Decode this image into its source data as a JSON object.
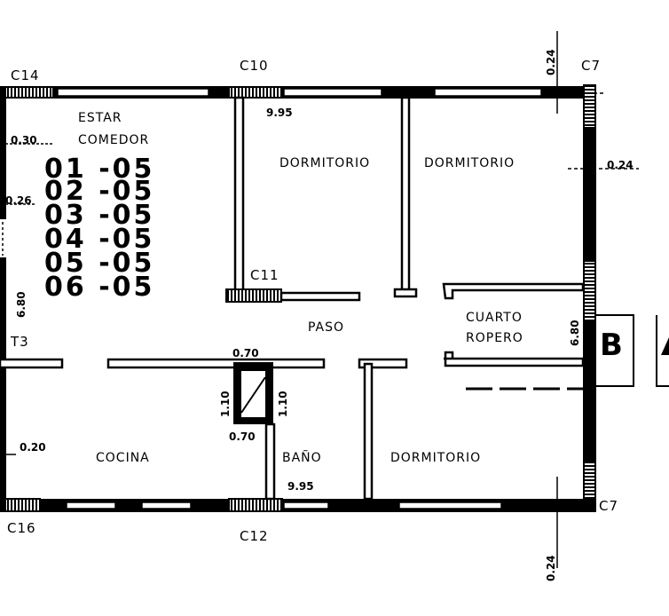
{
  "plan": {
    "columns": [
      "C14",
      "C10",
      "C7",
      "C11",
      "C16",
      "C12",
      "C7",
      "T3"
    ],
    "rooms": {
      "estar": "ESTAR",
      "comedor": "COMEDOR",
      "dormitorio_1": "DORMITORIO",
      "dormitorio_2": "DORMITORIO",
      "dormitorio_3": "DORMITORIO",
      "paso": "PASO",
      "cuarto": "CUARTO",
      "ropero": "ROPERO",
      "cocina": "COCINA",
      "bano": "BAÑO"
    },
    "unit_numbers": [
      "01 -05",
      "02 -05",
      "03 -05",
      "04 -05",
      "05 -05",
      "06 -05"
    ],
    "dimensions": {
      "left_030": "0.30",
      "left_026": "0.26",
      "left_680": "6.80",
      "left_020": "0.20",
      "top_995": "9.95",
      "bottom_995": "9.95",
      "top_024": "0.24",
      "right_024": "0.24",
      "bottom_024": "0.24",
      "closet_680": "6.80",
      "vent_070_top": "0.70",
      "vent_070_bottom": "0.70",
      "vent_110_left": "1.10",
      "vent_110_right": "1.10"
    },
    "block_label": "B"
  }
}
